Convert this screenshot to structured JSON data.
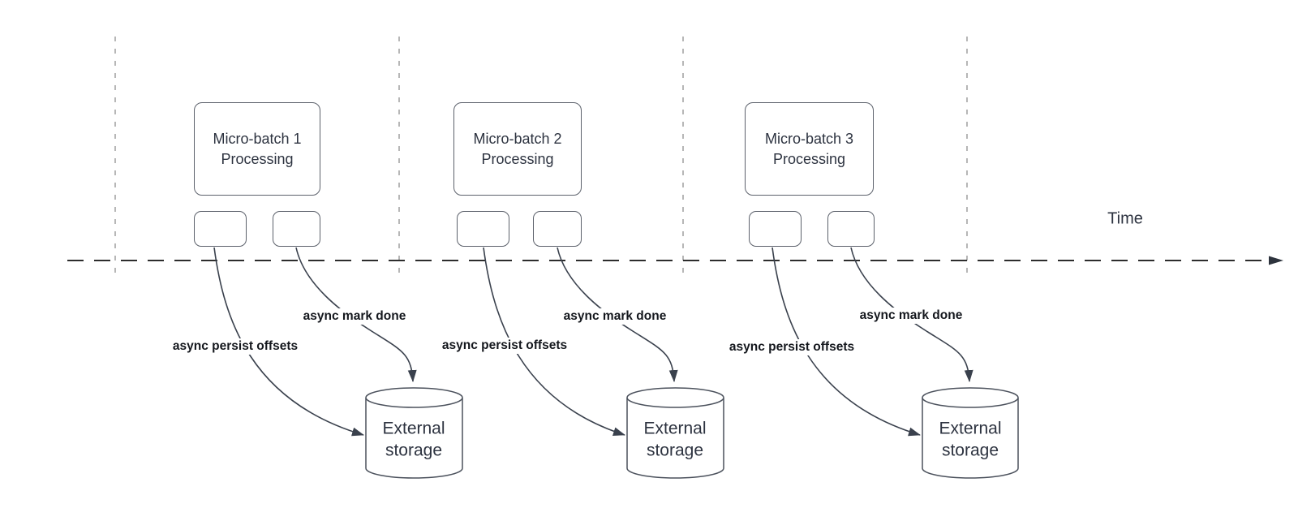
{
  "time_axis": {
    "label": "Time"
  },
  "groups": [
    {
      "process_label": "Micro-batch 1\nProcessing",
      "persist_arrow_label": "async persist offsets",
      "done_arrow_label": "async mark done",
      "storage_label": "External\nstorage"
    },
    {
      "process_label": "Micro-batch 2\nProcessing",
      "persist_arrow_label": "async persist offsets",
      "done_arrow_label": "async mark done",
      "storage_label": "External\nstorage"
    },
    {
      "process_label": "Micro-batch 3\nProcessing",
      "persist_arrow_label": "async persist offsets",
      "done_arrow_label": "async mark done",
      "storage_label": "External\nstorage"
    }
  ],
  "colors": {
    "background": "#ffffff",
    "shape_outline": "#5c616b",
    "cylinder_outline": "#4b515c",
    "connector_line": "#3a414d",
    "time_axis_line": "#2d2d2d",
    "guide_line": "#a5a5a5",
    "heading_text": "#2d3340",
    "arrow_label_text": "#14171d"
  }
}
